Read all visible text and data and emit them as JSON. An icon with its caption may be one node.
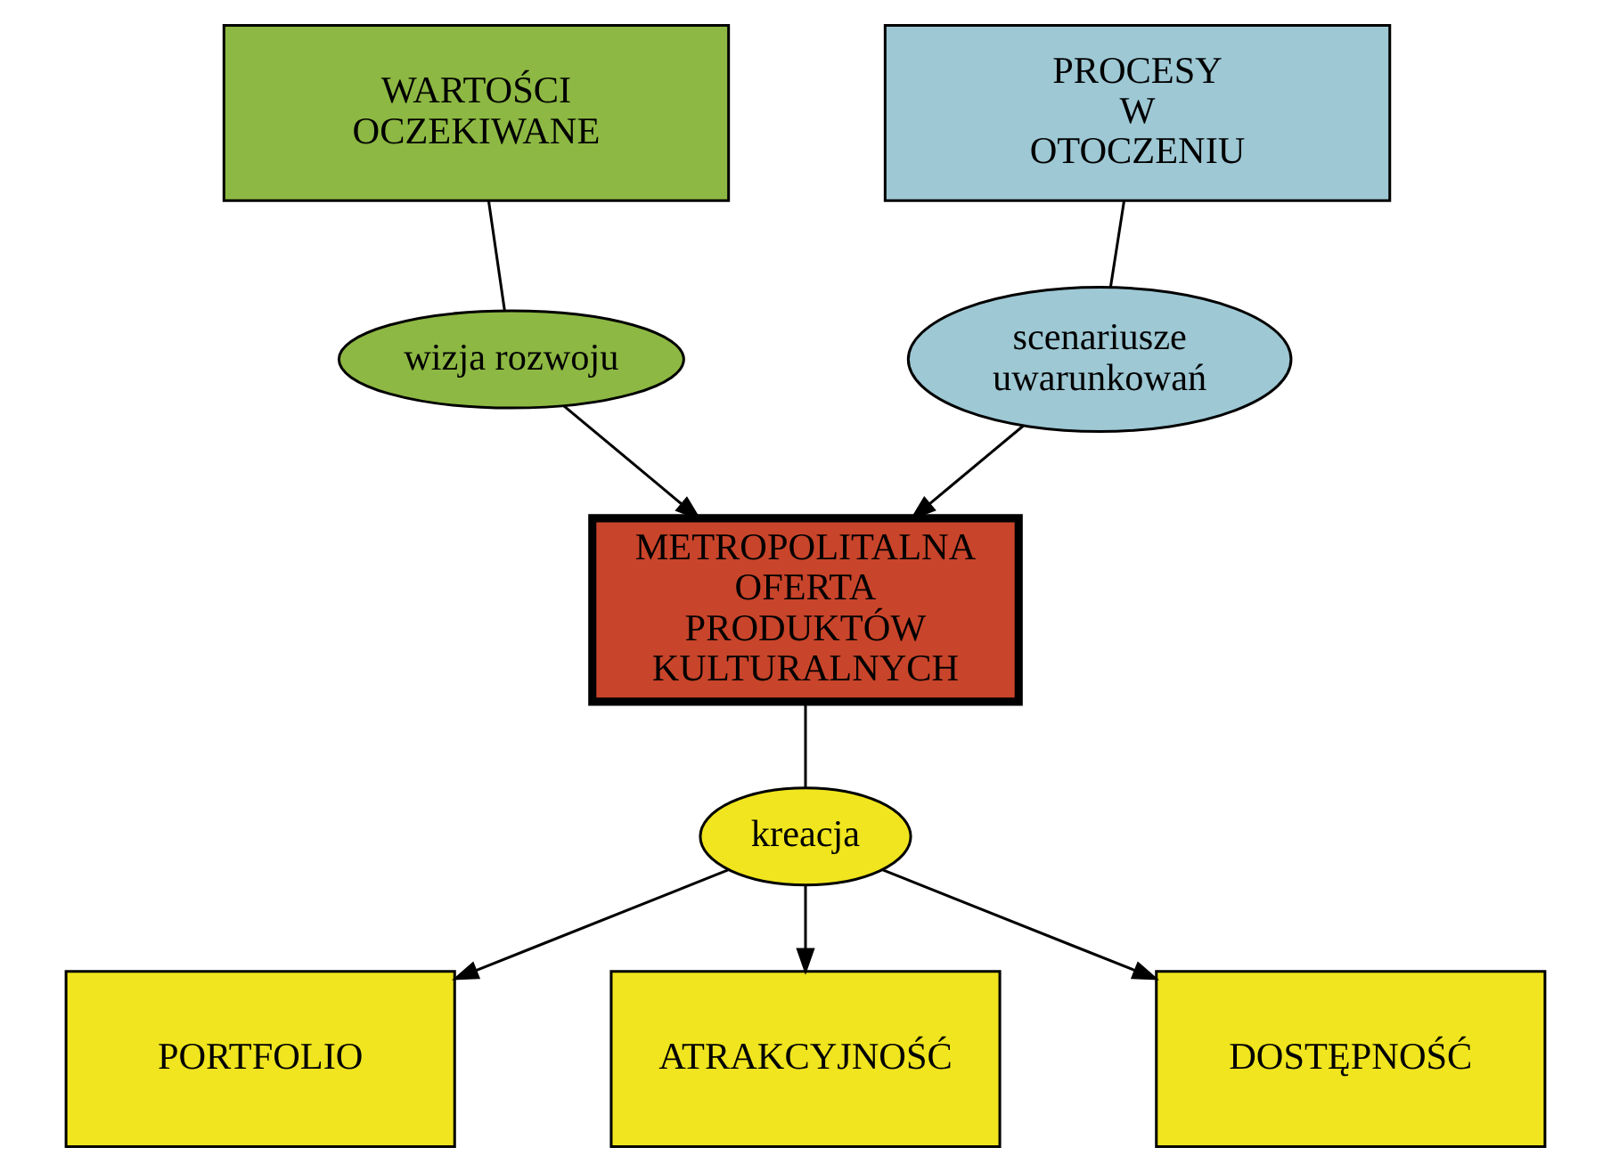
{
  "diagram": {
    "nodes": [
      {
        "text": [
          "WARTOŚCI OCZEKIWANE"
        ]
      },
      {
        "text": [
          "PROCESY W OTOCZENIU"
        ]
      },
      {
        "text": [
          "wizja rozwoju"
        ]
      },
      {
        "text": [
          "scenariusze uwarunkowań"
        ]
      },
      {
        "text": [
          "METROPOLITALNA OFERTA PRODUKTÓW KULTURALNYCH"
        ]
      },
      {
        "text": [
          "kreacja"
        ]
      },
      {
        "text": [
          "PORTFOLIO"
        ]
      },
      {
        "text": [
          "ATRAKCYJNOŚĆ"
        ]
      },
      {
        "text": [
          "DOSTĘPNOŚĆ"
        ]
      }
    ],
    "edges": [
      {
        "from": 0,
        "to": 2,
        "arrow": "none"
      },
      {
        "from": 2,
        "to": 4,
        "arrow": "to"
      },
      {
        "from": 1,
        "to": 3,
        "arrow": "none"
      },
      {
        "from": 3,
        "to": 4,
        "arrow": "to"
      },
      {
        "from": 4,
        "to": 5,
        "arrow": "none"
      },
      {
        "from": 5,
        "to": 6,
        "arrow": "to"
      },
      {
        "from": 5,
        "to": 7,
        "arrow": "to"
      },
      {
        "from": 5,
        "to": 8,
        "arrow": "to"
      }
    ]
  }
}
